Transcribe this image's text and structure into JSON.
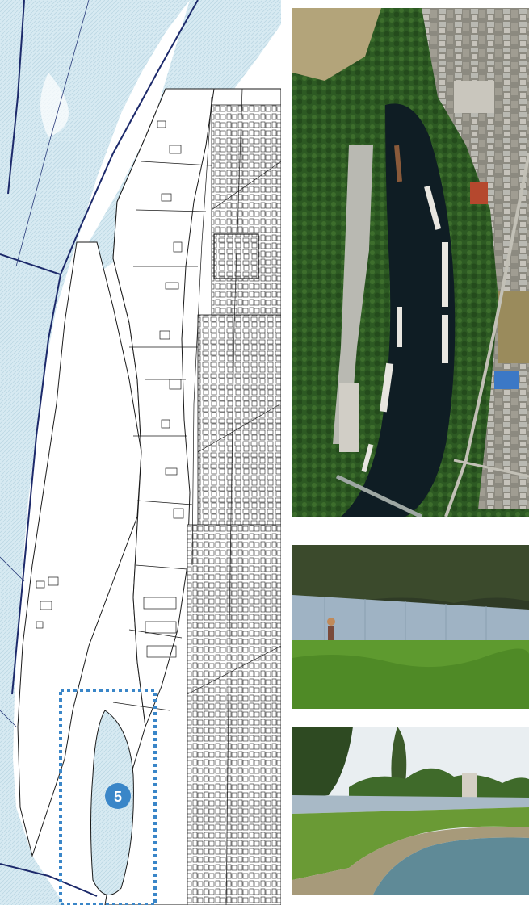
{
  "map": {
    "marker": {
      "label": "5",
      "color": "#3a86c8"
    },
    "colors": {
      "water": "#cfe6ef",
      "lines": "#1a1a1a",
      "boundary": "#1d2a6b",
      "highlight": "#3a86c8"
    }
  },
  "aerial": {
    "colors": {
      "water": "#0f1d24",
      "vegetation": "#2d5a23",
      "roofs": "#b9b9b2"
    }
  },
  "photos": [
    {
      "name": "fence-photo",
      "colors": {
        "fence": "#9fb3c4",
        "grass": "#5e9a2f"
      }
    },
    {
      "name": "river-photo",
      "colors": {
        "sky": "#e9eef1",
        "water": "#5f8a97"
      }
    }
  ]
}
